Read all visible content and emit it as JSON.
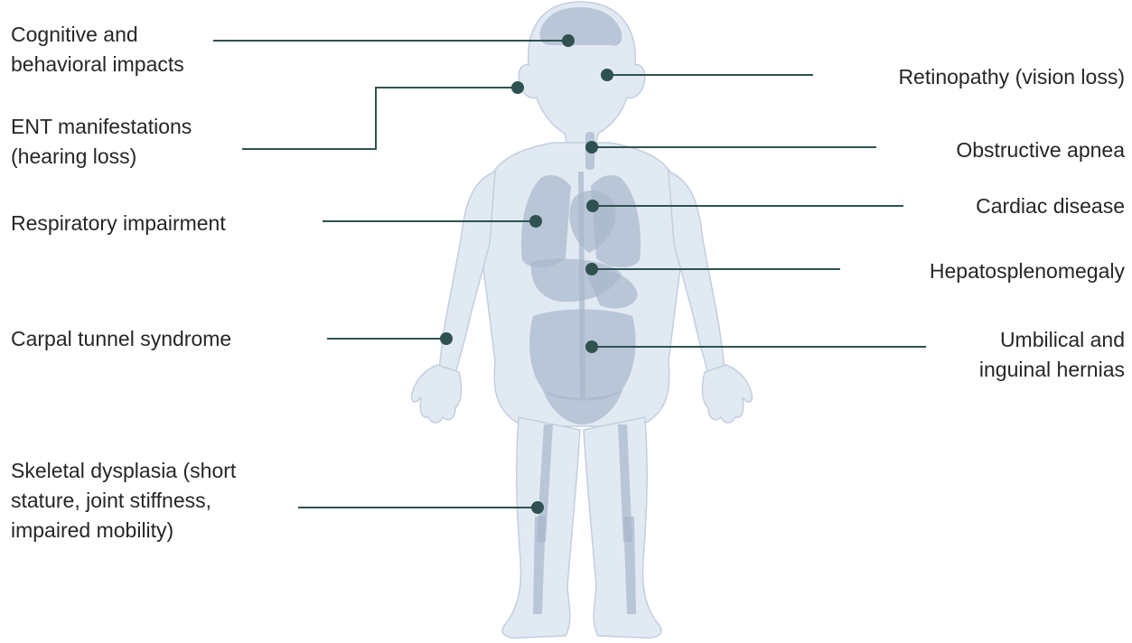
{
  "colors": {
    "background": "#ffffff",
    "leader": "#2f5250",
    "body_fill": "#e1e9f3",
    "body_outline": "#c3cfdf",
    "organ_fill": "#a8b6cb",
    "text": "#262626"
  },
  "annotations": {
    "cognitive": [
      "Cognitive and",
      "behavioral impacts"
    ],
    "ent": [
      "ENT manifestations",
      "(hearing loss)"
    ],
    "respiratory": [
      "Respiratory impairment"
    ],
    "carpal": [
      "Carpal tunnel syndrome"
    ],
    "skeletal": [
      "Skeletal dysplasia (short",
      "stature, joint stiffness,",
      "impaired mobility)"
    ],
    "retinopathy": [
      "Retinopathy (vision loss)"
    ],
    "apnea": [
      "Obstructive apnea"
    ],
    "cardiac": [
      "Cardiac disease"
    ],
    "hepato": [
      "Hepatosplenomegaly"
    ],
    "hernias": [
      "Umbilical and",
      "inguinal hernias"
    ]
  }
}
